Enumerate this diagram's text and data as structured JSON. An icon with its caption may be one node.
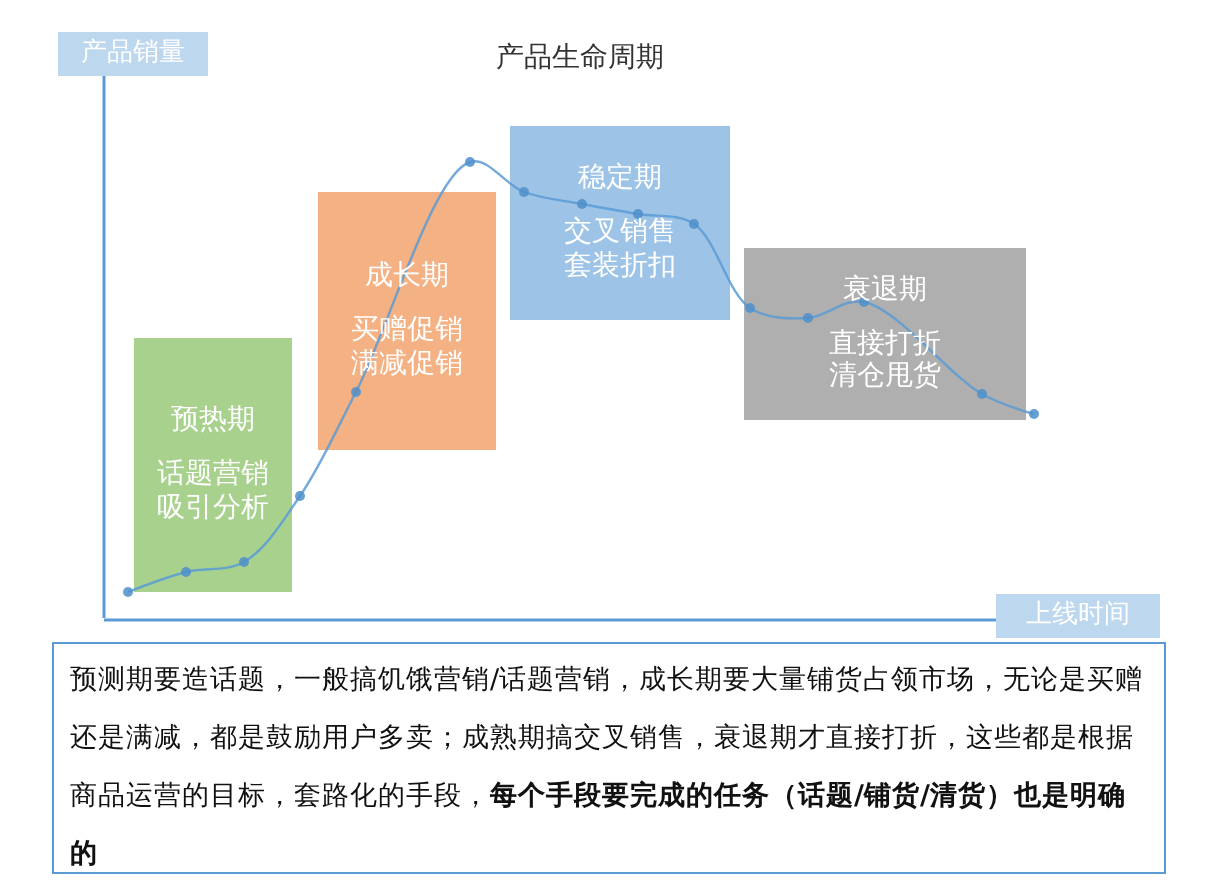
{
  "diagram": {
    "title": "产品生命周期",
    "nodes": [
      {
        "text": [
          "预热期",
          "话题营销吸引分析"
        ]
      },
      {
        "text": [
          "成长期",
          "买赠促销满减促销"
        ]
      },
      {
        "text": [
          "稳定期",
          "交叉销售套装折扣"
        ]
      },
      {
        "text": [
          "衰退期",
          "直接打折清仓甩货"
        ]
      }
    ],
    "edges": [],
    "labels": [
      "产品销量",
      "上线时间",
      "预测期要造话题，一般搞饥饿营销/话题营销，成长期要大量铺货占领市场，无论是买赠还是满减，都是鼓励用户多卖；成熟期搞交叉销售，衰退期才直接打折，这些都是根据商品运营的目标，套路化的手段，**每个手段要完成的任务（话题/铺货/清货）也是明确的**"
    ]
  }
}
